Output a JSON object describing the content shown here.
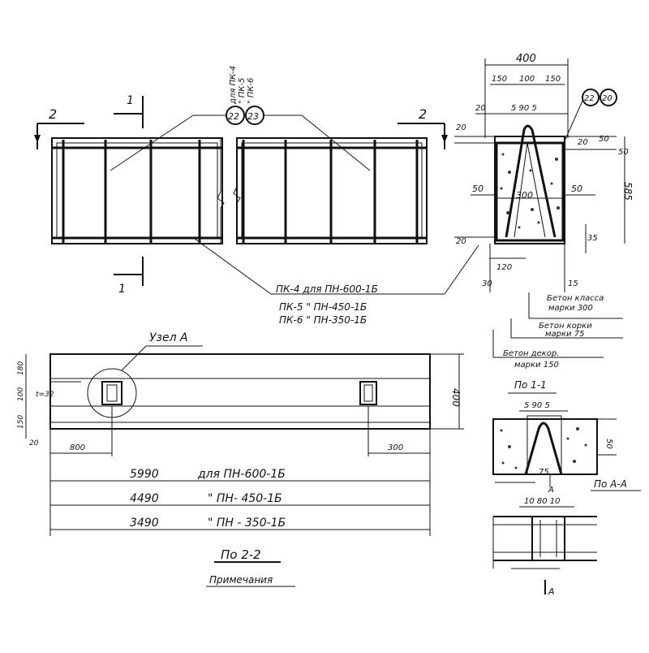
{
  "top_view": {
    "section_mark_left": "2",
    "section_mark_right": "2",
    "cut_mark_top": "1",
    "cut_mark_bottom": "1",
    "circle_a": "22",
    "circle_b": "23",
    "vertical_note_1": "для ПК-4",
    "vertical_note_2": "\" ПК-5",
    "vertical_note_3": "\" ПК-6",
    "leader_note_1": "ПК-4 для ПН-600-1Б",
    "leader_note_2": "ПК-5  \"  ПН-450-1Б",
    "leader_note_3": "ПК-6  \"  ПН-350-1Б"
  },
  "section_view": {
    "dim_total": "400",
    "dim_parts": [
      "150",
      "100",
      "150"
    ],
    "dim_small_left": "20",
    "dim_small_mid": "5 90 5",
    "circle_a": "22",
    "circle_b": "20",
    "dim_right_1": "20",
    "dim_right_2": "50",
    "dim_right_3": "50",
    "dim_height": "585",
    "dim_left_50": "50",
    "dim_center_300": "300",
    "dim_right_50": "50",
    "dim_bottom_left_20": "20",
    "dim_bottom_right_35": "35",
    "dim_120": "120",
    "dim_30": "30",
    "dim_15": "15",
    "note_1a": "Бетон класса",
    "note_1b": "марки 300",
    "note_2a": "Бетон корки",
    "note_2b": "марки 75",
    "note_3a": "Бетон декор.",
    "note_3b": "марки 150"
  },
  "side_view": {
    "node_label": "Узел А",
    "dim_180": "180",
    "dim_100": "100",
    "dim_150": "150",
    "dim_20": "20",
    "dim_t": "t=32",
    "dim_height": "400",
    "dim_800": "800",
    "dim_300": "300",
    "len_1": "5990",
    "len_1_text": "для  ПН-600-1Б",
    "len_2": "4490",
    "len_2_text": "\"   ПН-  450-1Б",
    "len_3": "3490",
    "len_3_text": "\"   ПН - 350-1Б",
    "caption": "По 2-2",
    "notes": "Примечания"
  },
  "detail_11": {
    "title": "По 1-1",
    "dim_top": "5 90 5",
    "dim_right": "50",
    "dim_bottom": "75",
    "mark": "А"
  },
  "detail_aa": {
    "title": "По А-А",
    "dim_top": "10 80 10",
    "mark": "А"
  }
}
